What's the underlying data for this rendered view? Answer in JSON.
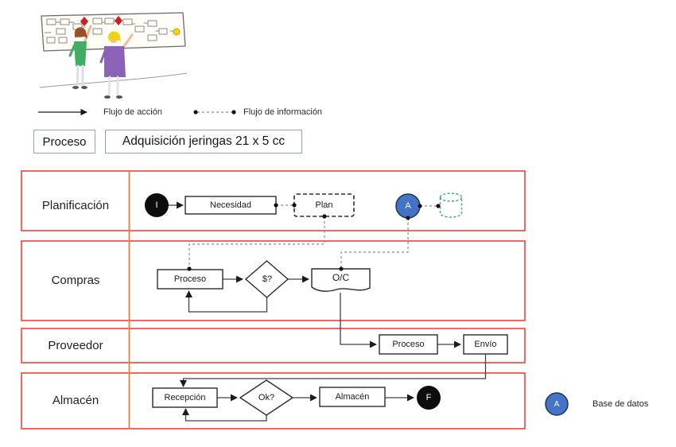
{
  "header": {
    "process_box_label": "Proceso",
    "process_name": "Adquisición jeringas 21 x 5 cc"
  },
  "legend": {
    "action_flow": "Flujo de acción",
    "information_flow": "Flujo de información"
  },
  "lanes": [
    {
      "label": "Planificación"
    },
    {
      "label": "Compras"
    },
    {
      "label": "Proveedor"
    },
    {
      "label": "Almacén"
    }
  ],
  "nodes": {
    "start": "I",
    "necesidad": "Necesidad",
    "plan": "Plan",
    "database_a": "A",
    "compras_proceso": "Proceso",
    "decision_budget": "$?",
    "orden_compra": "O/C",
    "proveedor_proceso": "Proceso",
    "envio": "Envío",
    "recepcion": "Recepción",
    "decision_ok": "Ok?",
    "almacen": "Almacén",
    "end": "F"
  },
  "footer": {
    "database_symbol": "A",
    "database_label": "Base de datos"
  },
  "colors": {
    "lane_border": "#f2423b",
    "lane_divider": "#ed7d31",
    "database_fill": "#4472c4",
    "database_stroke": "#17365d",
    "cylinder_stroke": "#3fae8c",
    "title_border": "#8ca3c7"
  }
}
